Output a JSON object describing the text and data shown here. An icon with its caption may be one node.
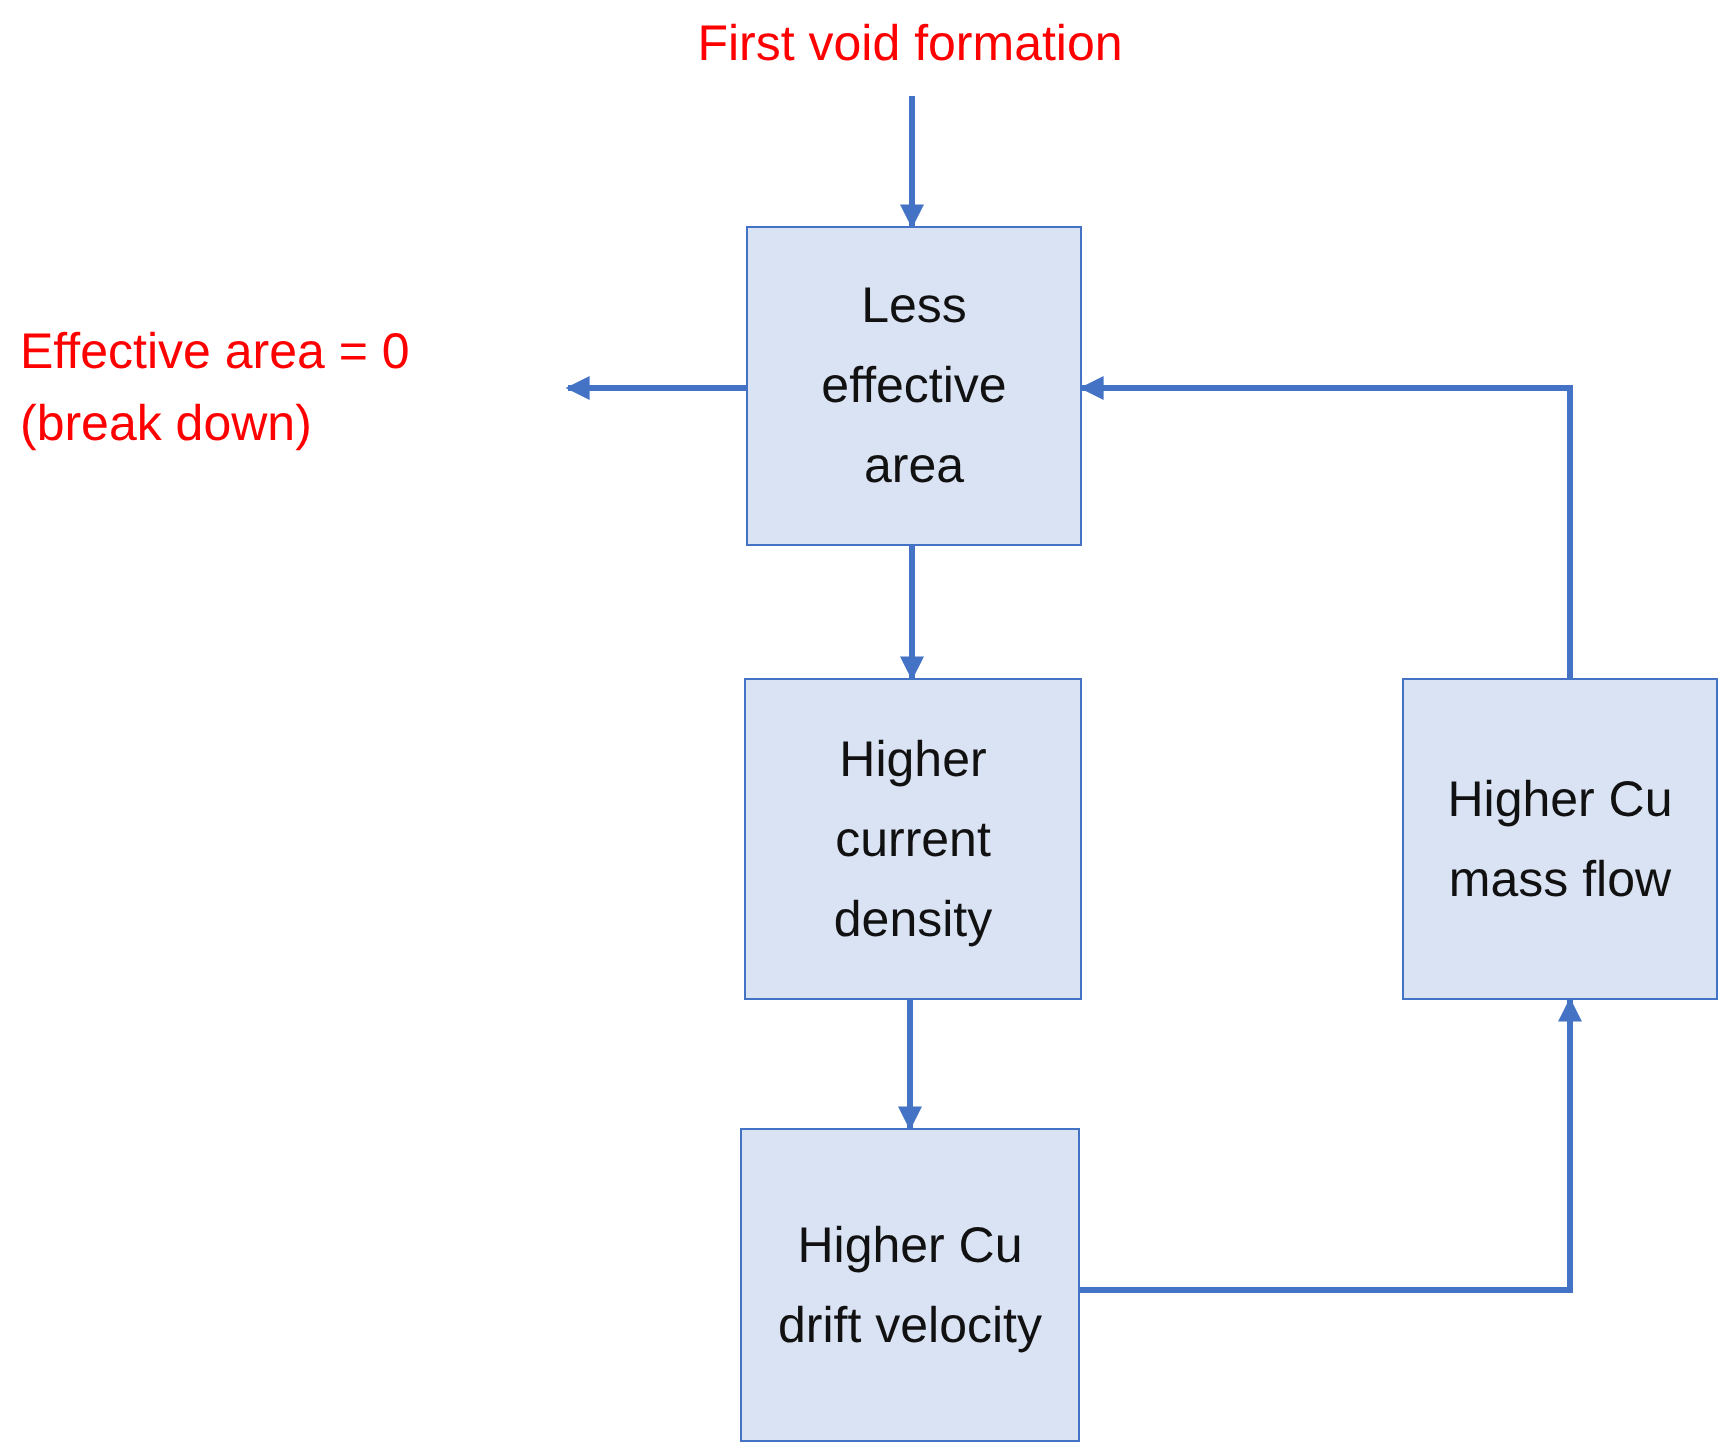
{
  "diagram": {
    "nodes": [
      {
        "text": [
          "First void formation"
        ]
      },
      {
        "text": [
          "Effective area = 0 (break down)"
        ]
      },
      {
        "text": [
          "Less effective area"
        ]
      },
      {
        "text": [
          "Higher current density"
        ]
      },
      {
        "text": [
          "Higher Cu mass flow"
        ]
      },
      {
        "text": [
          "Higher Cu drift velocity"
        ]
      }
    ],
    "edges": [
      {
        "from": 0,
        "to": 2,
        "arrow": "to"
      },
      {
        "from": 2,
        "to": 1,
        "arrow": "to"
      },
      {
        "from": 2,
        "to": 3,
        "arrow": "to"
      },
      {
        "from": 3,
        "to": 5,
        "arrow": "to"
      },
      {
        "from": 5,
        "to": 4,
        "arrow": "to"
      },
      {
        "from": 4,
        "to": 2,
        "arrow": "to"
      }
    ]
  }
}
